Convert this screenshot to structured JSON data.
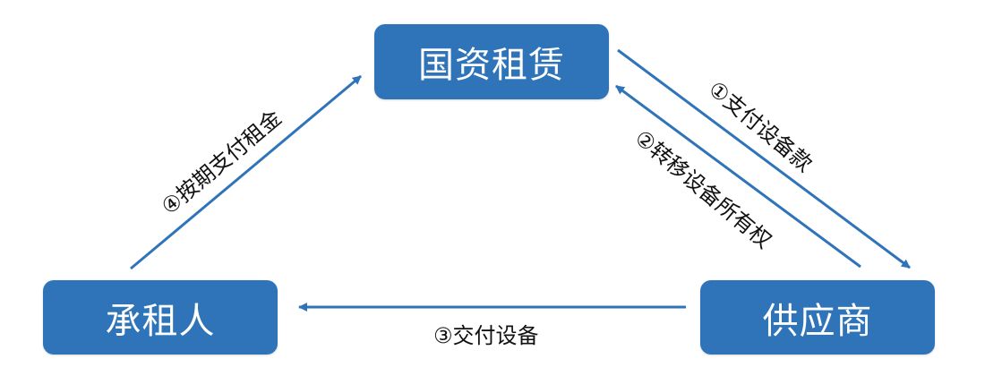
{
  "nodes": {
    "top": "国资租赁",
    "left": "承租人",
    "right": "供应商"
  },
  "edges": {
    "step1": "①支付设备款",
    "step2": "②转移设备所有权",
    "step3": "③交付设备",
    "step4": "④按期支付租金"
  },
  "colors": {
    "node_fill": "#2f74b8",
    "arrow": "#2f74b8",
    "node_text": "#ffffff",
    "label_text": "#111111"
  }
}
